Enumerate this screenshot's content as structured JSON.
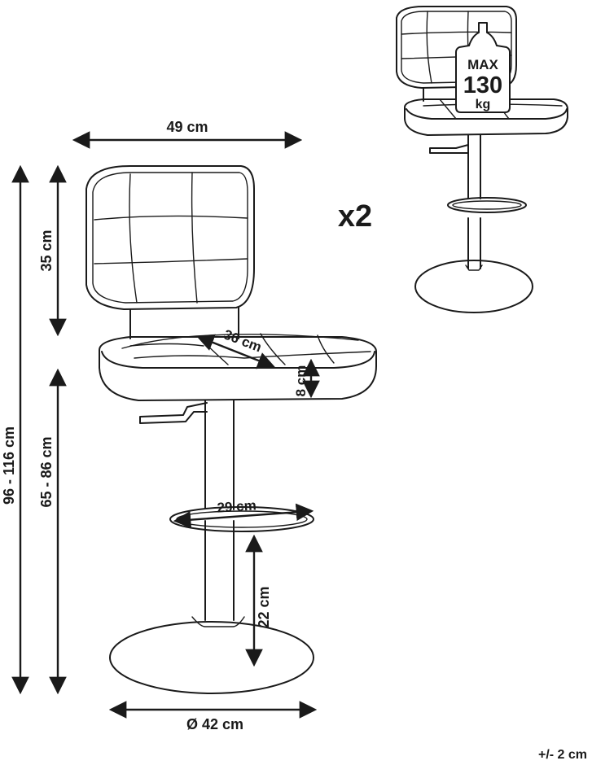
{
  "dimensions": {
    "seat_width": "49 cm",
    "backrest_height": "35 cm",
    "total_height": "96 - 116 cm",
    "seat_height": "65 - 86 cm",
    "seat_depth": "36 cm",
    "seat_thickness": "8 cm",
    "footrest_width": "29 cm",
    "footrest_height": "22 cm",
    "base_diameter": "Ø 42 cm"
  },
  "quantity": "x2",
  "max_load": {
    "label": "MAX",
    "value": "130",
    "unit": "kg"
  },
  "tolerance": "+/- 2 cm",
  "colors": {
    "line": "#1a1a1a",
    "background": "#ffffff"
  }
}
